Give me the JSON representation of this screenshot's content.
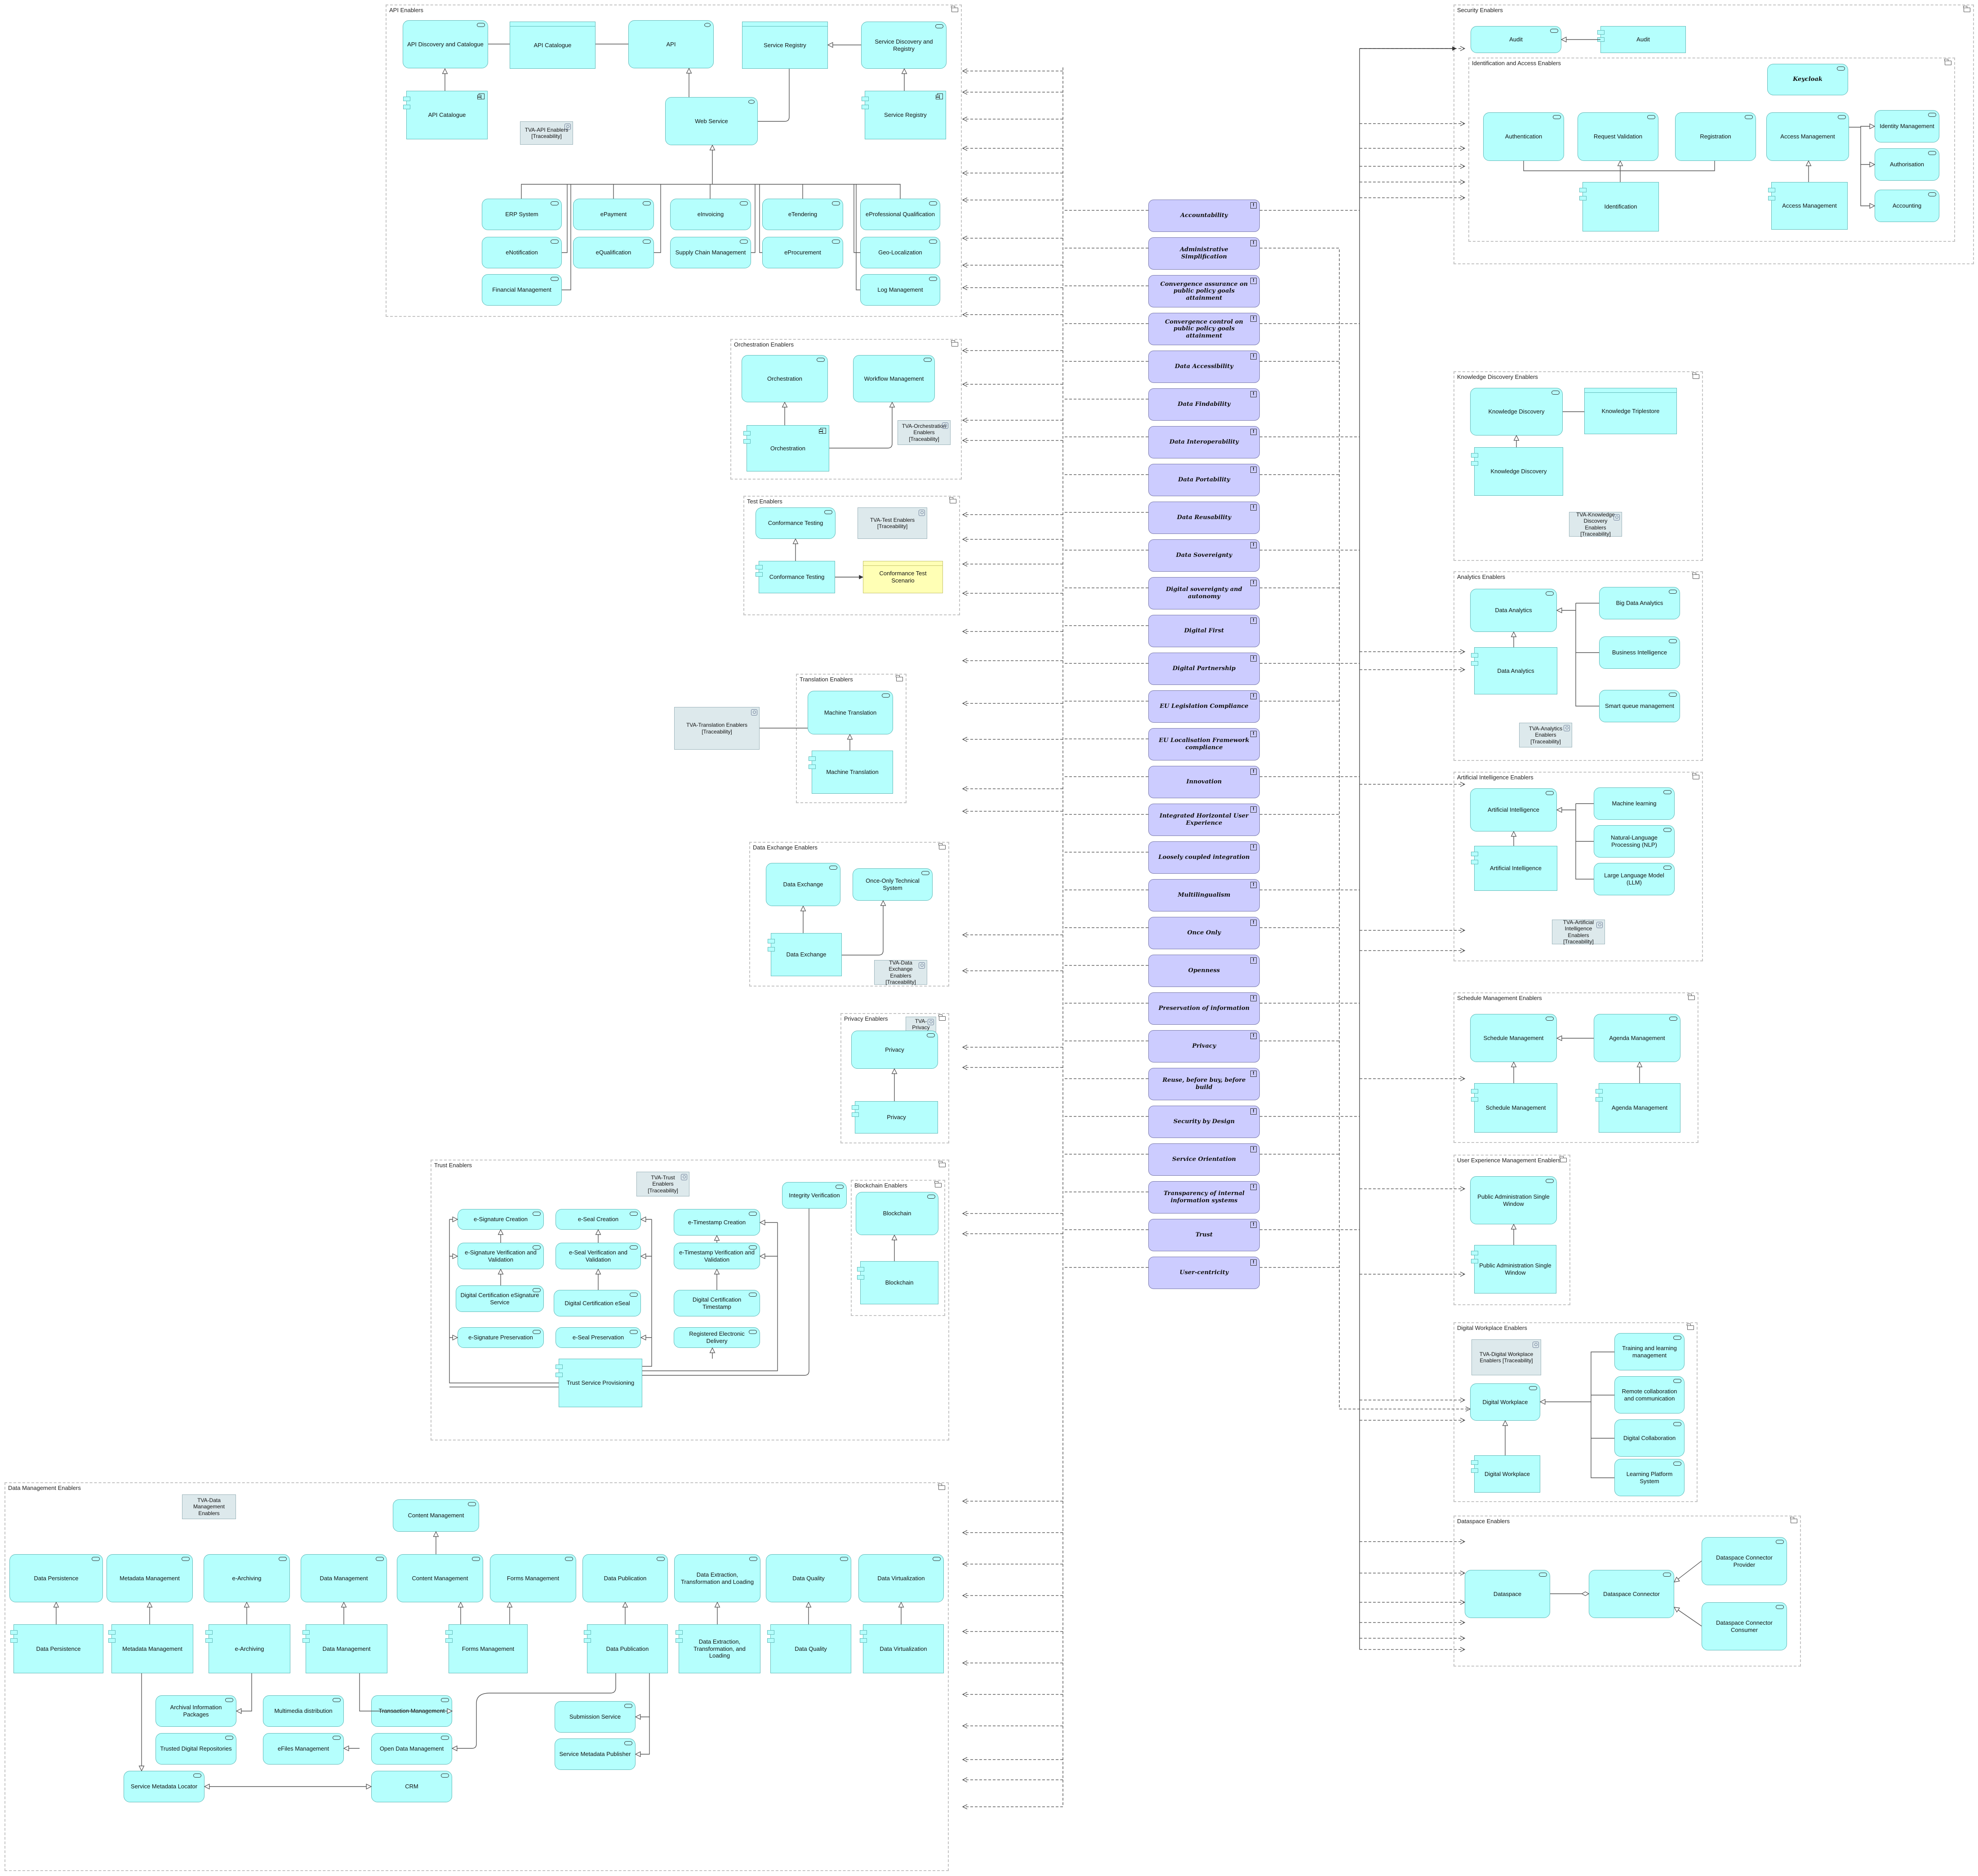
{
  "groups": {
    "api": "API Enablers",
    "orchestration": "Orchestration Enablers",
    "test": "Test Enablers",
    "translation": "Translation Enablers",
    "data_exchange": "Data Exchange Enablers",
    "privacy": "Privacy Enablers",
    "trust": "Trust Enablers",
    "blockchain": "Blockchain Enablers",
    "data_management": "Data Management Enablers",
    "security": "Security Enablers",
    "identification": "Identification and Access Enablers",
    "knowledge": "Knowledge Discovery Enablers",
    "analytics": "Analytics Enablers",
    "ai": "Artificial Intelligence Enablers",
    "schedule": "Schedule Management Enablers",
    "ux": "User Experience Management Enablers",
    "workplace": "Digital Workplace Enablers",
    "dataspace": "Dataspace Enablers"
  },
  "nodes": {
    "api_discovery_cat_svc": "API Discovery and Catalogue",
    "api_catalogue_obj": "API Catalogue",
    "api_obj": "API",
    "service_registry_obj": "Service Registry",
    "service_discovery_svc": "Service Discovery and Registry",
    "api_catalogue_comp": "API Catalogue",
    "service_registry_comp": "Service Registry",
    "web_service": "Web Service",
    "tva_api": "TVA-API Enablers [Traceability]",
    "erp": "ERP System",
    "epayment": "ePayment",
    "einvoicing": "eInvoicing",
    "etendering": "eTendering",
    "eprof": "eProfessional Qualification",
    "enotification": "eNotification",
    "equalification": "eQualification",
    "supply_chain": "Supply Chain Management",
    "eprocurement": "eProcurement",
    "geo": "Geo-Localization",
    "financial": "Financial Management",
    "log": "Log Management",
    "orchestration_svc": "Orchestration",
    "workflow_svc": "Workflow Management",
    "orchestration_comp": "Orchestration",
    "tva_orch": "TVA-Orchestration Enablers [Traceability]",
    "conformance_svc": "Conformance Testing",
    "tva_test": "TVA-Test Enablers [Traceability]",
    "conformance_comp": "Conformance Testing",
    "conformance_scenario": "Conformance Test Scenario",
    "tva_translation": "TVA-Translation Enablers [Traceability]",
    "mt_svc": "Machine Translation",
    "mt_comp": "Machine Translation",
    "dx_svc": "Data Exchange",
    "ootech_svc": "Once-Only Technical System",
    "dx_comp": "Data Exchange",
    "tva_dx": "TVA-Data Exchange Enablers [Traceability]",
    "tva_privacy": "TVA-Privacy",
    "privacy_svc": "Privacy",
    "privacy_comp": "Privacy",
    "tva_trust": "TVA-Trust Enablers [Traceability]",
    "integrity": "Integrity Verification",
    "esig_creation": "e-Signature Creation",
    "eseal_creation": "e-Seal Creation",
    "ets_creation": "e-Timestamp Creation",
    "esig_verif": "e-Signature Verification and Validation",
    "eseal_verif": "e-Seal Verification and Validation",
    "ets_verif": "e-Timestamp Verification and Validation",
    "dc_esig": "Digital Certification eSignature Service",
    "dc_eseal": "Digital Certification eSeal",
    "dc_ts": "Digital Certification Timestamp",
    "esig_pres": "e-Signature Preservation",
    "eseal_pres": "e-Seal Preservation",
    "red": "Registered Electronic Delivery",
    "tsp": "Trust Service Provisioning",
    "bc_svc": "Blockchain",
    "bc_comp": "Blockchain",
    "tva_dm": "TVA-Data Management Enablers",
    "cm_top": "Content Management",
    "dp_svc": "Data Persistence",
    "mm_svc": "Metadata Management",
    "ea_svc": "e-Archiving",
    "dmg_svc": "Data Management",
    "cm_svc": "Content Management",
    "fm_svc": "Forms Management",
    "dpub_svc": "Data Publication",
    "etl_svc": "Data Extraction, Transformation and Loading",
    "dq_svc": "Data Quality",
    "dv_svc": "Data Virtualization",
    "dp_comp": "Data Persistence",
    "mm_comp": "Metadata Management",
    "ea_comp": "e-Archiving",
    "dmg_comp": "Data Management",
    "fm_comp": "Forms Management",
    "dpub_comp": "Data Publication",
    "etl_comp": "Data Extraction, Transformation, and Loading",
    "dq_comp": "Data Quality",
    "dv_comp": "Data Virtualization",
    "aip": "Archival Information Packages",
    "mmd": "Multimedia distribution",
    "tm": "Transaction Management",
    "submission": "Submission Service",
    "tdr": "Trusted Digital Repositories",
    "efiles": "eFiles Management",
    "odm": "Open Data Management",
    "smp": "Service Metadata Publisher",
    "sml": "Service Metadata Locator",
    "crm": "CRM",
    "audit_svc": "Audit",
    "audit_comp": "Audit",
    "keycloak": "Keycloak",
    "authn": "Authentication",
    "reqval": "Request Validation",
    "registration": "Registration",
    "access_svc": "Access Management",
    "idm": "Identity Management",
    "authz": "Authorisation",
    "accounting": "Accounting",
    "identification": "Identification",
    "access_comp": "Access Management",
    "kd_svc": "Knowledge Discovery",
    "kts": "Knowledge Triplestore",
    "kd_comp": "Knowledge Discovery",
    "tva_kd": "TVA-Knowledge Discovery Enablers [Traceability]",
    "da_svc": "Data Analytics",
    "bda": "Big Data Analytics",
    "bi": "Business Intelligence",
    "da_comp": "Data Analytics",
    "sqm": "Smart queue management",
    "tva_an": "TVA-Analytics Enablers [Traceability]",
    "ai_svc": "Artificial Intelligence",
    "ml": "Machine learning",
    "nlp": "Natural-Language Processing (NLP)",
    "llm": "Large Language Model (LLM)",
    "ai_comp": "Artificial Intelligence",
    "tva_ai": "TVA-Artificial Intelligence Enablers [Traceability]",
    "sm_svc": "Schedule Management",
    "ag_svc": "Agenda Management",
    "sm_comp": "Schedule Management",
    "ag_comp": "Agenda Management",
    "paw_svc": "Public Administration Single Window",
    "paw_comp": "Public Administration Single Window",
    "tva_dw": "TVA-Digital Workplace Enablers [Traceability]",
    "training": "Training and learning management",
    "remote": "Remote collaboration and communication",
    "dw_svc": "Digital Workplace",
    "dcollab": "Digital Collaboration",
    "dw_comp": "Digital Workplace",
    "lps": "Learning Platform System",
    "dsc_provider": "Dataspace Connector Provider",
    "dataspace": "Dataspace",
    "dsc": "Dataspace Connector",
    "dsc_consumer": "Dataspace Connector Consumer"
  },
  "principles": [
    "Accountability",
    "Administrative Simplification",
    "Convergence assurance on public policy goals attainment",
    "Convergence control on public policy goals attainment",
    "Data Accessibility",
    "Data Findability",
    "Data Interoperability",
    "Data Portability",
    "Data Reusability",
    "Data Sovereignty",
    "Digital sovereignty and autonomy",
    "Digital First",
    "Digital Partnership",
    "EU Legislation Compliance",
    "EU Localisation Framework compliance",
    "Innovation",
    "Integrated Horizontal User Experience",
    "Loosely coupled integration",
    "Multilingualism",
    "Once Only",
    "Openness",
    "Preservation of information",
    "Privacy",
    "Reuse, before buy, before build",
    "Security by Design",
    "Service Orientation",
    "Transparency of internal information systems",
    "Trust",
    "User-centricity"
  ],
  "colors": {
    "service_fill": "#b5fffd",
    "service_border": "#5fb9b8",
    "principle_fill": "#ccccff",
    "note_fill": "#ffffb5",
    "traceability_fill": "#dde9ec"
  }
}
